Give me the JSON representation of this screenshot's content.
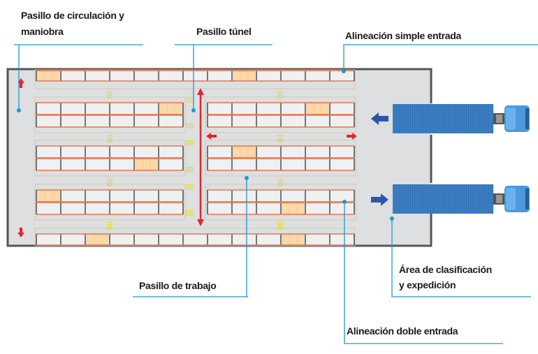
{
  "labels": {
    "circulation_aisle_line1": "Pasillo de circulación y",
    "circulation_aisle_line2": "maniobra",
    "tunnel_aisle": "Pasillo túnel",
    "single_entry_alignment": "Alineación simple entrada",
    "work_aisle": "Pasillo de trabajo",
    "sorting_area_line1": "Área de clasificación",
    "sorting_area_line2": "y expedición",
    "double_entry_alignment": "Alineación doble entrada"
  },
  "colors": {
    "callout": "#1b9ad0",
    "floor": "#dedfe1",
    "wall": "#555555",
    "rack_beam": "#e8744a",
    "pallet": "#fbd9a8",
    "traffic_arrow": "#e3262b",
    "truck_arrow": "#2c57a8",
    "truck": "#3d7fc4",
    "aisle_mark": "#e6d94a"
  },
  "racks": {
    "cells_per_block": 6,
    "cells_per_full_row": 13,
    "loaded_cells": {
      "top_single": [
        0,
        8
      ],
      "row2_upper_left": [
        5
      ],
      "row2_upper_right": [
        4
      ],
      "row3_upper_right": [
        1
      ],
      "row3_lower_left": [
        4
      ],
      "row4_upper_left": [
        0
      ],
      "row4_lower_right": [
        3
      ],
      "bottom_single": [
        2,
        10
      ]
    }
  },
  "trucks": [
    {
      "name": "truck-unloading",
      "direction": "in"
    },
    {
      "name": "truck-loading",
      "direction": "out"
    }
  ]
}
